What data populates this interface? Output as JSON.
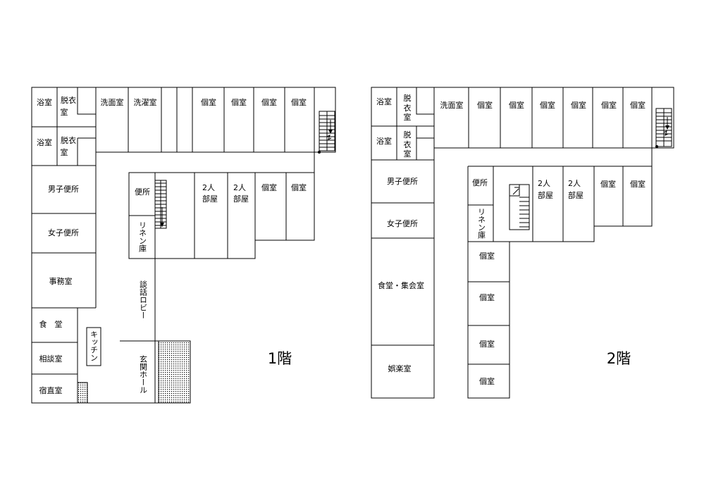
{
  "floor1": {
    "title": "1階",
    "rooms": {
      "bath_a": "浴室",
      "dressing_a": [
        "脱衣",
        "室"
      ],
      "bath_b": "浴室",
      "dressing_b": [
        "脱衣",
        "室"
      ],
      "washroom": "洗面室",
      "laundry": "洗濯室",
      "private_1": "個室",
      "private_2": "個室",
      "private_3": "個室",
      "private_4": "個室",
      "mens_toilet": "男子便所",
      "womens_toilet": "女子便所",
      "office": "事務室",
      "dining": "食　堂",
      "consultation": "相談室",
      "night_duty": "宿直室",
      "kitchen": "キッチン",
      "toilet": "便所",
      "linen": "リネン庫",
      "lounge": "談話ロビー",
      "entrance": "玄関ホール",
      "twin_1": [
        "2人",
        "部屋"
      ],
      "twin_2": [
        "2人",
        "部屋"
      ],
      "private_5": "個室",
      "private_6": "個室"
    }
  },
  "floor2": {
    "title": "2階",
    "rooms": {
      "bath_a": "浴室",
      "dressing_a": [
        "脱",
        "衣",
        "室"
      ],
      "bath_b": "浴室",
      "dressing_b": [
        "脱",
        "衣",
        "室"
      ],
      "washroom": "洗面室",
      "private_1": "個室",
      "private_2": "個室",
      "private_3": "個室",
      "private_4": "個室",
      "private_5": "個室",
      "private_6": "個室",
      "mens_toilet": "男子便所",
      "womens_toilet": "女子便所",
      "dining_hall": "食堂・集会室",
      "recreation": "娯楽室",
      "toilet": "便所",
      "linen": "リネン庫",
      "twin_1": [
        "2人",
        "部屋"
      ],
      "twin_2": [
        "2人",
        "部屋"
      ],
      "private_7": "個室",
      "private_8": "個室",
      "private_9": "個室",
      "private_10": "個室",
      "private_11": "個室",
      "private_12": "個室"
    }
  }
}
